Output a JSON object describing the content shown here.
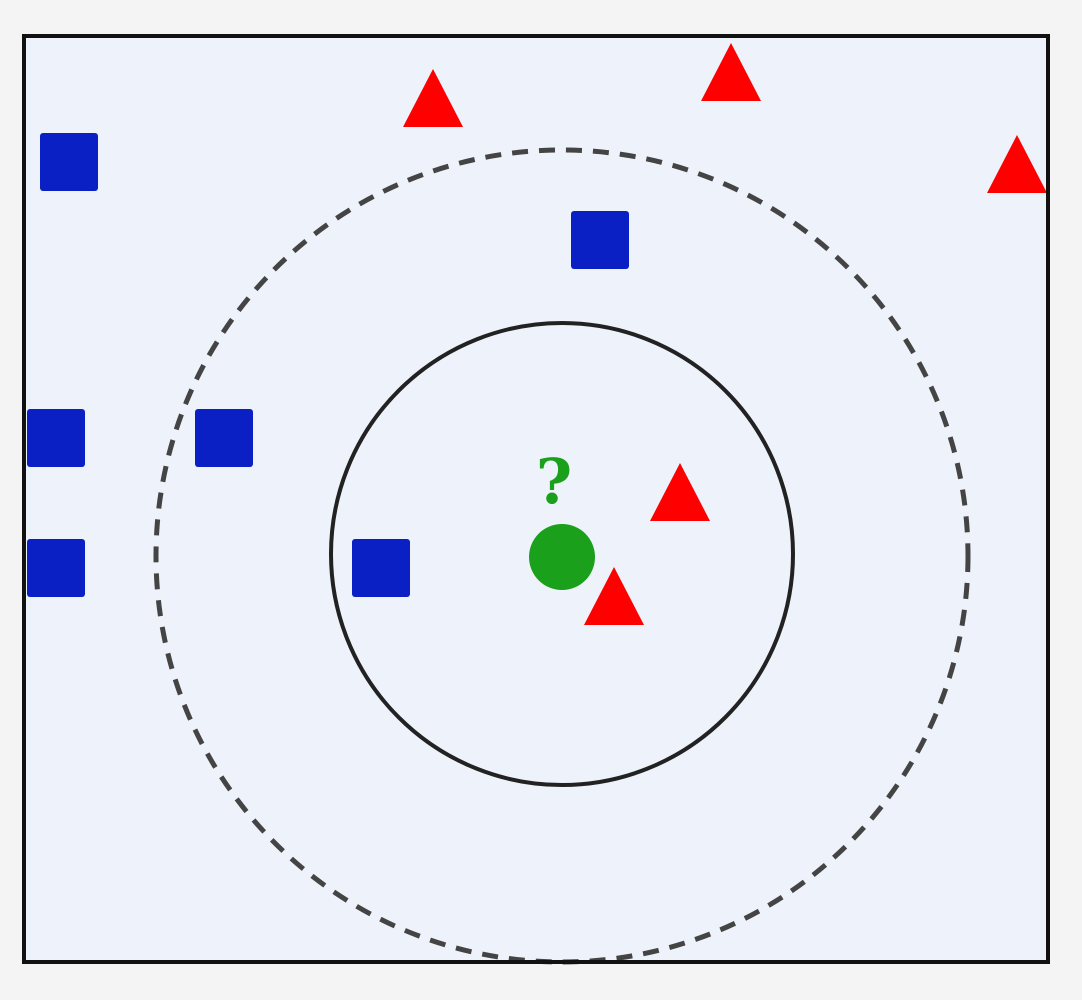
{
  "diagram": {
    "colors": {
      "background": "#eef2fb",
      "page": "#f4f4f4",
      "frame": "#111111",
      "square": "#0a20c4",
      "triangle": "#ff0000",
      "query": "#1aa01a",
      "inner_circle": "#222222",
      "outer_circle": "#444444"
    },
    "query_point": {
      "label": "?",
      "shape": "circle"
    },
    "inner_circle": {
      "style": "solid"
    },
    "outer_circle": {
      "style": "dashed"
    },
    "points": [
      {
        "shape": "square"
      },
      {
        "shape": "square"
      },
      {
        "shape": "square"
      },
      {
        "shape": "square"
      },
      {
        "shape": "square"
      },
      {
        "shape": "square"
      },
      {
        "shape": "triangle"
      },
      {
        "shape": "triangle"
      },
      {
        "shape": "triangle"
      },
      {
        "shape": "triangle"
      },
      {
        "shape": "triangle"
      }
    ]
  }
}
